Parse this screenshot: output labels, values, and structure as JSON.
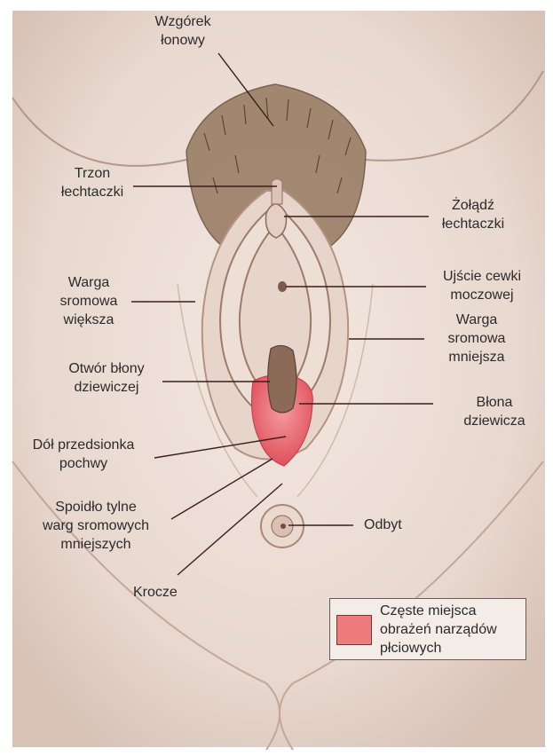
{
  "colors": {
    "leader": "#3a1f1c",
    "skin": "#ede0d8",
    "skin_shadow": "#cdb3a6",
    "highlight": "#e2626a"
  },
  "labels": {
    "mons_pubis": [
      "Wzgórek",
      "łonowy"
    ],
    "clitoris_body": [
      "Trzon",
      "łechtaczki"
    ],
    "clitoris_glans": [
      "Żołądź",
      "łechtaczki"
    ],
    "labia_majora": [
      "Warga",
      "sromowa",
      "większa"
    ],
    "urethral_opening": [
      "Ujście cewki",
      "moczowej"
    ],
    "labia_minora": [
      "Warga",
      "sromowa",
      "mniejsza"
    ],
    "hymen_opening": [
      "Otwór błony",
      "dziewiczej"
    ],
    "hymen": [
      "Błona",
      "dziewicza"
    ],
    "vestibular_fossa": [
      "Dół przedsionka",
      "pochwy"
    ],
    "posterior_fourchette": [
      "Spoidło tylne",
      "warg sromowych",
      "mniejszych"
    ],
    "anus": [
      "Odbyt"
    ],
    "perineum": [
      "Krocze"
    ]
  },
  "legend": {
    "lines": [
      "Częste miejsca",
      "obrażeń narządów",
      "płciowych"
    ],
    "swatch_color": "#f07b7c"
  }
}
